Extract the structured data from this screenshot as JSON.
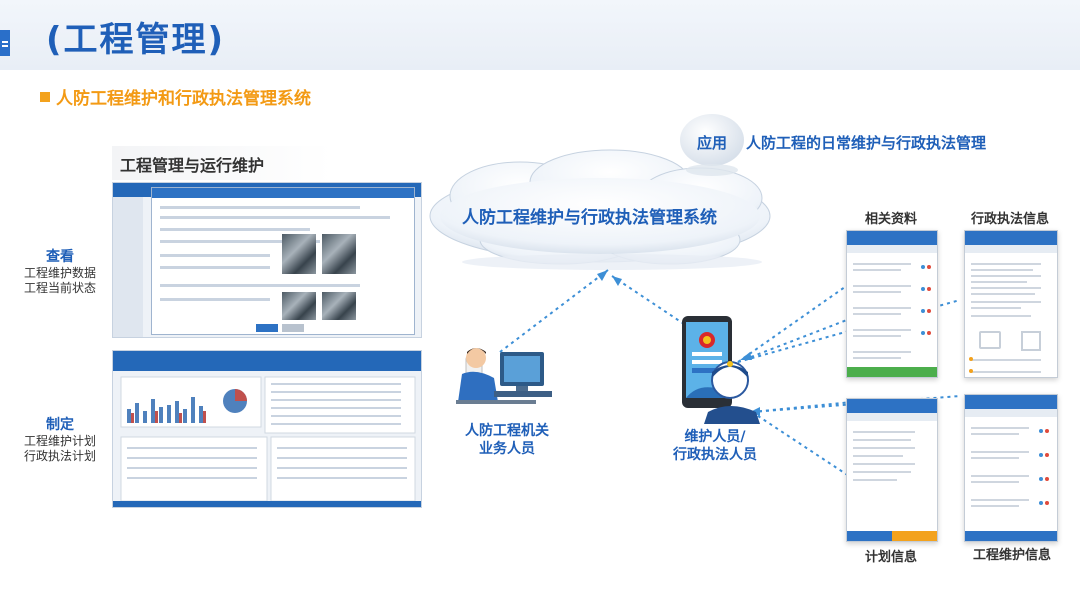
{
  "header": {
    "title": "(工程管理)"
  },
  "section": {
    "subtitle": "人防工程维护和行政执法管理系统"
  },
  "left_panel": {
    "title": "工程管理与运行维护",
    "view_label": {
      "heading": "查看",
      "line1": "工程维护数据",
      "line2": "工程当前状态"
    },
    "plan_label": {
      "heading": "制定",
      "line1": "工程维护计划",
      "line2": "行政执法计划"
    }
  },
  "cloud": {
    "label": "人防工程维护与行政执法管理系统"
  },
  "application": {
    "tag": "应用",
    "description": "人防工程的日常维护与行政执法管理"
  },
  "actors": {
    "office": {
      "line1": "人防工程机关",
      "line2": "业务人员"
    },
    "field": {
      "line1": "维护人员/",
      "line2": "行政执法人员"
    }
  },
  "phones": {
    "related": "相关资料",
    "enforcement": "行政执法信息",
    "plan": "计划信息",
    "maintenance": "工程维护信息"
  },
  "colors": {
    "accent_blue": "#1f5fb8",
    "accent_orange": "#f39a14",
    "app_bar": "#2d72c4"
  }
}
